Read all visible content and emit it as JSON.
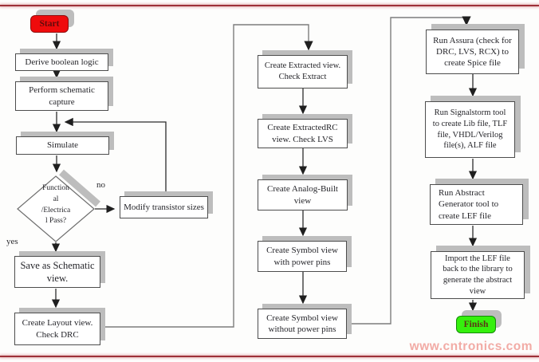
{
  "page": {
    "watermark": "www.cntronics.com"
  },
  "colors": {
    "accent_line": "#9e3038",
    "start_bg": "#ef0b0c",
    "finish_bg": "#35f00d",
    "box_shadow": "#bdbdbd",
    "connector_dark": "#2c2c2c",
    "connector_gray": "#7d7d7d",
    "watermark": "#f2aba5"
  },
  "nodes": {
    "start": {
      "label": "Start"
    },
    "derive": {
      "label": "Derive  boolean logic"
    },
    "perform": {
      "label": "Perform  schematic\ncapture"
    },
    "simulate": {
      "label": "Simulate"
    },
    "decision": {
      "label": "Function\nal\n/Electrica\nl Pass?"
    },
    "modify": {
      "label": "Modify  transistor  sizes"
    },
    "save": {
      "label": "Save as Schematic\nview."
    },
    "layout": {
      "label": "Create  Layout  view.\nCheck DRC"
    },
    "extracted": {
      "label": "Create  Extracted  view.\nCheck Extract"
    },
    "extractedrc": {
      "label": "Create  ExtractedRC\nview.   Check LVS"
    },
    "analog": {
      "label": "Create  Analog-Built\nview"
    },
    "symbol_with": {
      "label": "Create  Symbol view\nwith   power pins"
    },
    "symbol_without": {
      "label": "Create  Symbol view\nwithout   power pins"
    },
    "assura": {
      "label": "Run Assura (check for\nDRC, LVS, RCX) to\ncreate  Spice file"
    },
    "signalstorm": {
      "label": "Run Signalstorm  tool\nto create  Lib file,  TLF\nfile,  VHDL/Verilog\nfile(s),  ALF file"
    },
    "abstract": {
      "label": "Run Abstract\nGenerator  tool to\ncreate  LEF file"
    },
    "import_lef": {
      "label": "Import  the LEF  file\nback to the library  to\ngenerate  the abstract\nview"
    },
    "finish": {
      "label": "Finish"
    }
  },
  "edge_labels": {
    "no": "no",
    "yes": "yes"
  }
}
